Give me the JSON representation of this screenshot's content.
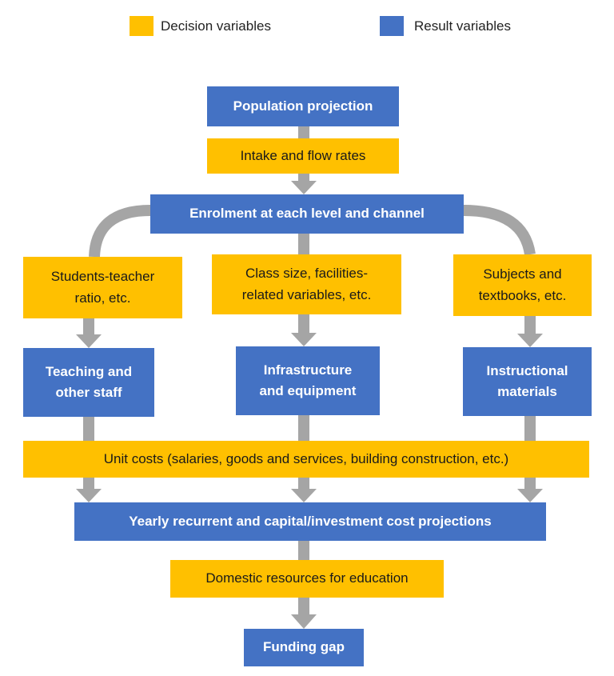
{
  "colors": {
    "decision": "#FFC000",
    "result": "#4472C4",
    "arrow": "#A5A5A5"
  },
  "legend": {
    "decision_label": "Decision variables",
    "result_label": "Result variables"
  },
  "nodes": {
    "population_projection": {
      "label": "Population projection",
      "type": "result"
    },
    "intake_flow_rates": {
      "label": "Intake and flow rates",
      "type": "decision"
    },
    "enrolment": {
      "label": "Enrolment at each level and channel",
      "type": "result"
    },
    "students_teacher_ratio": {
      "label": "Students-teacher\nratio, etc.",
      "type": "decision"
    },
    "class_size": {
      "label": "Class size, facilities-\nrelated variables, etc.",
      "type": "decision"
    },
    "subjects_textbooks": {
      "label": "Subjects and\ntextbooks, etc.",
      "type": "decision"
    },
    "teaching_staff": {
      "label": "Teaching and\nother staff",
      "type": "result"
    },
    "infrastructure": {
      "label": "Infrastructure\nand equipment",
      "type": "result"
    },
    "instructional_materials": {
      "label": "Instructional\nmaterials",
      "type": "result"
    },
    "unit_costs": {
      "label": "Unit costs (salaries, goods and services, building construction, etc.)",
      "type": "decision"
    },
    "yearly_cost_projections": {
      "label": "Yearly recurrent and capital/investment cost projections",
      "type": "result"
    },
    "domestic_resources": {
      "label": "Domestic resources for education",
      "type": "decision"
    },
    "funding_gap": {
      "label": "Funding gap",
      "type": "result"
    }
  },
  "edges": [
    [
      "population_projection",
      "intake_flow_rates"
    ],
    [
      "intake_flow_rates",
      "enrolment"
    ],
    [
      "enrolment",
      "students_teacher_ratio"
    ],
    [
      "enrolment",
      "class_size"
    ],
    [
      "enrolment",
      "subjects_textbooks"
    ],
    [
      "students_teacher_ratio",
      "teaching_staff"
    ],
    [
      "class_size",
      "infrastructure"
    ],
    [
      "subjects_textbooks",
      "instructional_materials"
    ],
    [
      "teaching_staff",
      "yearly_cost_projections"
    ],
    [
      "infrastructure",
      "yearly_cost_projections"
    ],
    [
      "instructional_materials",
      "yearly_cost_projections"
    ],
    [
      "unit_costs",
      "yearly_cost_projections"
    ],
    [
      "yearly_cost_projections",
      "domestic_resources"
    ],
    [
      "domestic_resources",
      "funding_gap"
    ]
  ]
}
